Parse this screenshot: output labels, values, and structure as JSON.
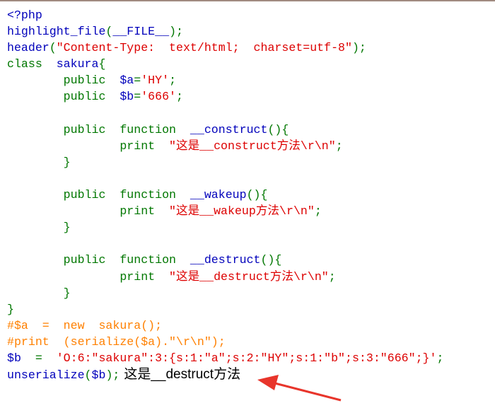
{
  "colors": {
    "default": "#0000BB",
    "keyword": "#007700",
    "string": "#DD0000",
    "comment": "#FF8000",
    "arrow": "#E8352B"
  },
  "code_lines": [
    [
      {
        "c": "default",
        "t": "<?php"
      }
    ],
    [
      {
        "c": "default",
        "t": "highlight_file"
      },
      {
        "c": "keyword",
        "t": "("
      },
      {
        "c": "default",
        "t": "__FILE__"
      },
      {
        "c": "keyword",
        "t": ");"
      }
    ],
    [
      {
        "c": "default",
        "t": "header"
      },
      {
        "c": "keyword",
        "t": "("
      },
      {
        "c": "string",
        "t": "\"Content-Type:  text/html;  charset=utf-8\""
      },
      {
        "c": "keyword",
        "t": ");"
      }
    ],
    [
      {
        "c": "keyword",
        "t": "class  "
      },
      {
        "c": "default",
        "t": "sakura"
      },
      {
        "c": "keyword",
        "t": "{"
      }
    ],
    [
      {
        "c": "keyword",
        "t": "        public  "
      },
      {
        "c": "default",
        "t": "$a"
      },
      {
        "c": "keyword",
        "t": "="
      },
      {
        "c": "string",
        "t": "'HY'"
      },
      {
        "c": "keyword",
        "t": ";"
      }
    ],
    [
      {
        "c": "keyword",
        "t": "        public  "
      },
      {
        "c": "default",
        "t": "$b"
      },
      {
        "c": "keyword",
        "t": "="
      },
      {
        "c": "string",
        "t": "'666'"
      },
      {
        "c": "keyword",
        "t": ";"
      }
    ],
    [],
    [
      {
        "c": "keyword",
        "t": "        public  function  "
      },
      {
        "c": "default",
        "t": "__construct"
      },
      {
        "c": "keyword",
        "t": "(){"
      }
    ],
    [
      {
        "c": "keyword",
        "t": "                print  "
      },
      {
        "c": "string",
        "t": "\"这是__construct方法\\r\\n\""
      },
      {
        "c": "keyword",
        "t": ";"
      }
    ],
    [
      {
        "c": "keyword",
        "t": "        }"
      }
    ],
    [],
    [
      {
        "c": "keyword",
        "t": "        public  function  "
      },
      {
        "c": "default",
        "t": "__wakeup"
      },
      {
        "c": "keyword",
        "t": "(){"
      }
    ],
    [
      {
        "c": "keyword",
        "t": "                print  "
      },
      {
        "c": "string",
        "t": "\"这是__wakeup方法\\r\\n\""
      },
      {
        "c": "keyword",
        "t": ";"
      }
    ],
    [
      {
        "c": "keyword",
        "t": "        }"
      }
    ],
    [],
    [
      {
        "c": "keyword",
        "t": "        public  function  "
      },
      {
        "c": "default",
        "t": "__destruct"
      },
      {
        "c": "keyword",
        "t": "(){"
      }
    ],
    [
      {
        "c": "keyword",
        "t": "                print  "
      },
      {
        "c": "string",
        "t": "\"这是__destruct方法\\r\\n\""
      },
      {
        "c": "keyword",
        "t": ";"
      }
    ],
    [
      {
        "c": "keyword",
        "t": "        }"
      }
    ],
    [
      {
        "c": "keyword",
        "t": "}"
      }
    ],
    [
      {
        "c": "comment",
        "t": "#$a  =  new  sakura();"
      }
    ],
    [
      {
        "c": "comment",
        "t": "#print  (serialize($a).\"\\r\\n\");"
      }
    ],
    [
      {
        "c": "default",
        "t": "$b  "
      },
      {
        "c": "keyword",
        "t": "=  "
      },
      {
        "c": "string",
        "t": "'O:6:\"sakura\":3:{s:1:\"a\";s:2:\"HY\";s:1:\"b\";s:3:\"666\";}'"
      },
      {
        "c": "keyword",
        "t": ";"
      }
    ],
    [
      {
        "c": "default",
        "t": "unserialize"
      },
      {
        "c": "keyword",
        "t": "("
      },
      {
        "c": "default",
        "t": "$b"
      },
      {
        "c": "keyword",
        "t": ");"
      }
    ]
  ],
  "output_text": "这是__destruct方法"
}
